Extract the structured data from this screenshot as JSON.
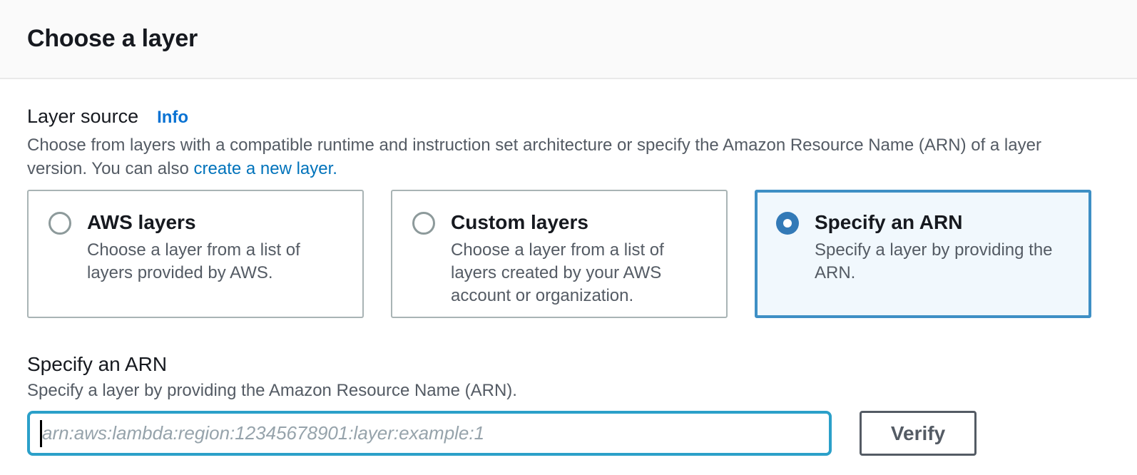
{
  "header": {
    "title": "Choose a layer"
  },
  "layer_source": {
    "label": "Layer source",
    "info_link": "Info",
    "description": "Choose from layers with a compatible runtime and instruction set architecture or specify the Amazon Resource Name (ARN) of a layer version. You can also ",
    "create_link": "create a new layer."
  },
  "options": [
    {
      "title": "AWS layers",
      "description": "Choose a layer from a list of layers provided by AWS.",
      "selected": false
    },
    {
      "title": "Custom layers",
      "description": "Choose a layer from a list of layers created by your AWS account or organization.",
      "selected": false
    },
    {
      "title": "Specify an ARN",
      "description": "Specify a layer by providing the ARN.",
      "selected": true
    }
  ],
  "arn_section": {
    "title": "Specify an ARN",
    "description": "Specify a layer by providing the Amazon Resource Name (ARN).",
    "input_value": "",
    "input_placeholder": "arn:aws:lambda:region:12345678901:layer:example:1",
    "verify_button": "Verify"
  },
  "colors": {
    "selected_card_border": "#3e8fc5",
    "selected_card_background": "#f1f8fd",
    "radio_selected": "#337ab7",
    "input_focus_border": "#2ba0c9",
    "info_link": "#0972d3",
    "text_link": "#0073bb",
    "heading_text": "#16191f",
    "body_text": "#545b64",
    "header_background": "#fafafa"
  }
}
